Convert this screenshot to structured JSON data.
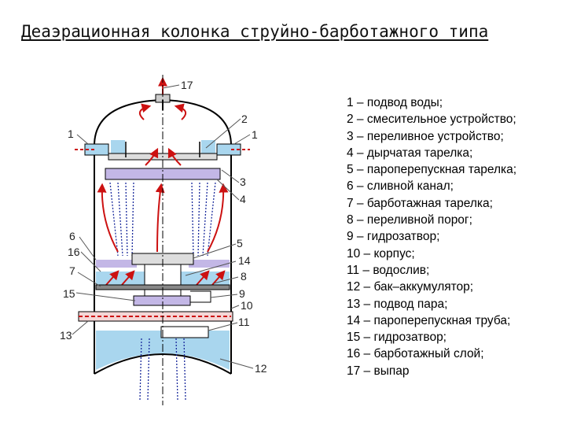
{
  "title": "Деаэрационная колонка струйно-барботажного типа",
  "legend": [
    "1 – подвод воды;",
    "2 – смесительное устройство;",
    "3 – переливное устройство;",
    "4 – дырчатая тарелка;",
    "5 – пароперепускная тарелка;",
    "6 – сливной канал;",
    "7 – барботажная тарелка;",
    "8 – переливной порог;",
    "9 – гидрозатвор;",
    "10 – корпус;",
    "11 – водослив;",
    "12 – бак–аккумулятор;",
    "13 – подвод пара;",
    "14 – пароперепускная труба;",
    "15 – гидрозатвор;",
    "16 – барботажный слой;",
    "17 – выпар"
  ],
  "labels": {
    "n17": "17",
    "n2": "2",
    "n1_left": "1",
    "n1_right": "1",
    "n3": "3",
    "n4": "4",
    "n6": "6",
    "n16": "16",
    "n7": "7",
    "n5": "5",
    "n14": "14",
    "n8": "8",
    "n15": "15",
    "n9": "9",
    "n10": "10",
    "n11": "11",
    "n13": "13",
    "n12": "12"
  },
  "colors": {
    "shell": "#000000",
    "steam_arrow": "#cc1111",
    "water_jet": "#1a2a9c",
    "water_fill": "#a9d6ee",
    "tray_fill": "#c3b7e6",
    "leader": "#555555"
  }
}
